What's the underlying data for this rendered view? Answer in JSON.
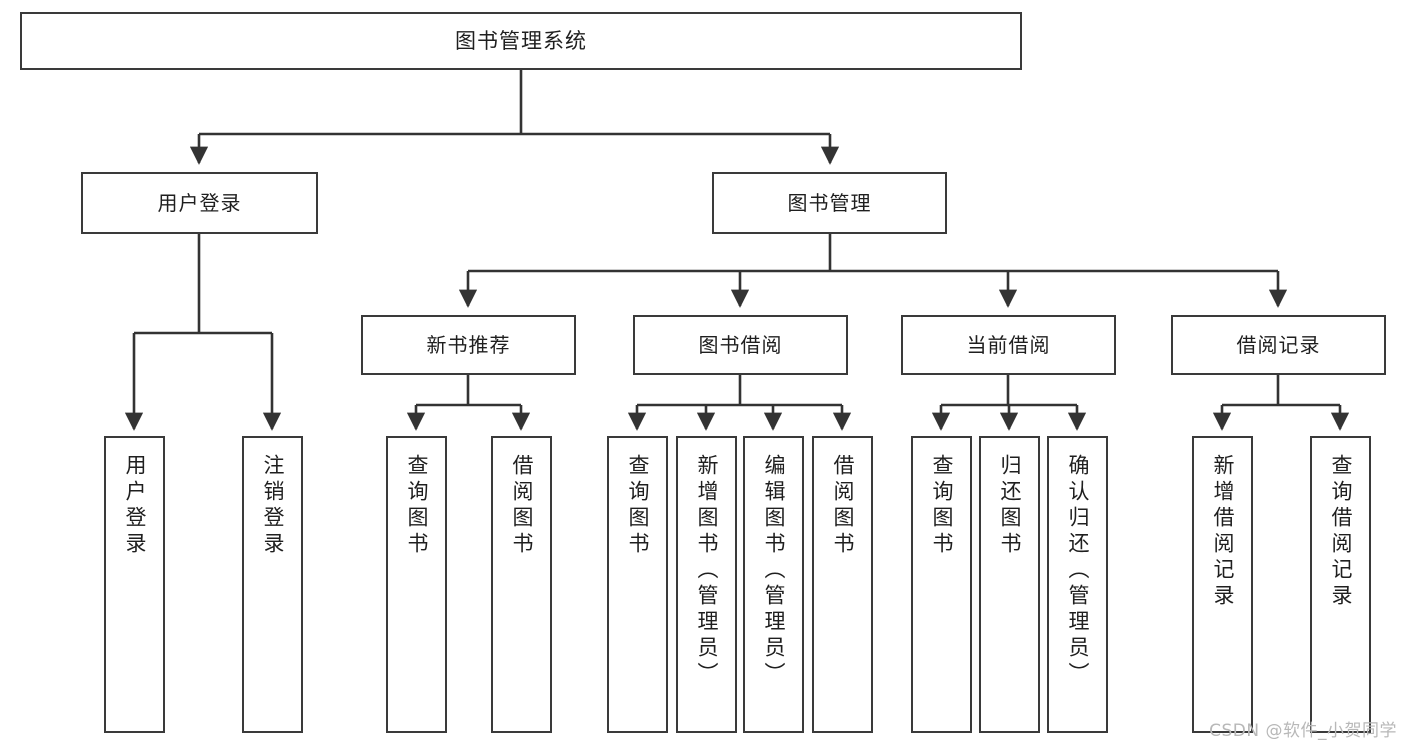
{
  "diagram": {
    "title": "图书管理系统",
    "type": "tree-hierarchy",
    "watermark": "CSDN @软件_小贺同学",
    "colors": {
      "background": "#ffffff",
      "box_border": "#3a3a3a",
      "box_fill": "#ffffff",
      "connector": "#333333",
      "text": "#1f1f1f",
      "watermark": "#b8b8b8"
    },
    "root": {
      "id": "root",
      "label": "图书管理系统"
    },
    "level1": [
      {
        "id": "user-login",
        "label": "用户登录"
      },
      {
        "id": "book-manage",
        "label": "图书管理"
      }
    ],
    "level2": [
      {
        "id": "new-book-recommend",
        "label": "新书推荐",
        "parent": "book-manage"
      },
      {
        "id": "book-borrow",
        "label": "图书借阅",
        "parent": "book-manage"
      },
      {
        "id": "current-borrow",
        "label": "当前借阅",
        "parent": "book-manage"
      },
      {
        "id": "borrow-record",
        "label": "借阅记录",
        "parent": "book-manage"
      }
    ],
    "leaves": [
      {
        "id": "leaf-user-login",
        "label": "用户登录",
        "parent": "user-login"
      },
      {
        "id": "leaf-logout-login",
        "label": "注销登录",
        "parent": "user-login"
      },
      {
        "id": "leaf-query-book-1",
        "label": "查询图书",
        "parent": "new-book-recommend"
      },
      {
        "id": "leaf-borrow-book-1",
        "label": "借阅图书",
        "parent": "new-book-recommend"
      },
      {
        "id": "leaf-query-book-2",
        "label": "查询图书",
        "parent": "book-borrow"
      },
      {
        "id": "leaf-add-book",
        "label": "新增图书（管理员）",
        "parent": "book-borrow"
      },
      {
        "id": "leaf-edit-book",
        "label": "编辑图书（管理员）",
        "parent": "book-borrow"
      },
      {
        "id": "leaf-borrow-book-2",
        "label": "借阅图书",
        "parent": "book-borrow"
      },
      {
        "id": "leaf-query-book-3",
        "label": "查询图书",
        "parent": "current-borrow"
      },
      {
        "id": "leaf-return-book",
        "label": "归还图书",
        "parent": "current-borrow"
      },
      {
        "id": "leaf-confirm-return",
        "label": "确认归还（管理员）",
        "parent": "current-borrow"
      },
      {
        "id": "leaf-add-record",
        "label": "新增借阅记录",
        "parent": "borrow-record"
      },
      {
        "id": "leaf-query-record",
        "label": "查询借阅记录",
        "parent": "borrow-record"
      }
    ]
  }
}
